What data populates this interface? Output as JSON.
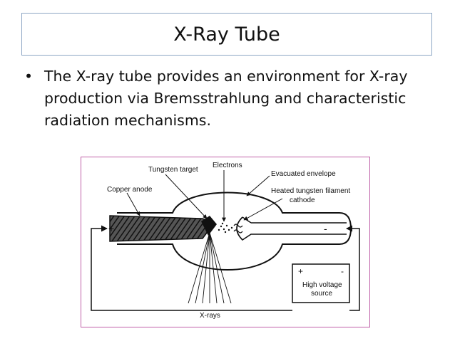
{
  "slide": {
    "title": "X-Ray Tube",
    "bullet_symbol": "•",
    "bullets": [
      "The X-ray tube provides an environment for X-ray production via Bremsstrahlung and characteristic radiation mechanisms."
    ]
  },
  "diagram": {
    "labels": {
      "tungsten_target": "Tungsten target",
      "electrons": "Electrons",
      "evacuated_envelope": "Evacuated envelope",
      "copper_anode": "Copper anode",
      "filament_line1": "Heated tungsten filament",
      "filament_line2": "cathode",
      "plus": "+",
      "minus": "-",
      "hv_plus": "+",
      "hv_minus": "-",
      "hv_line1": "High voltage",
      "hv_line2": "source",
      "xrays": "X-rays"
    }
  }
}
